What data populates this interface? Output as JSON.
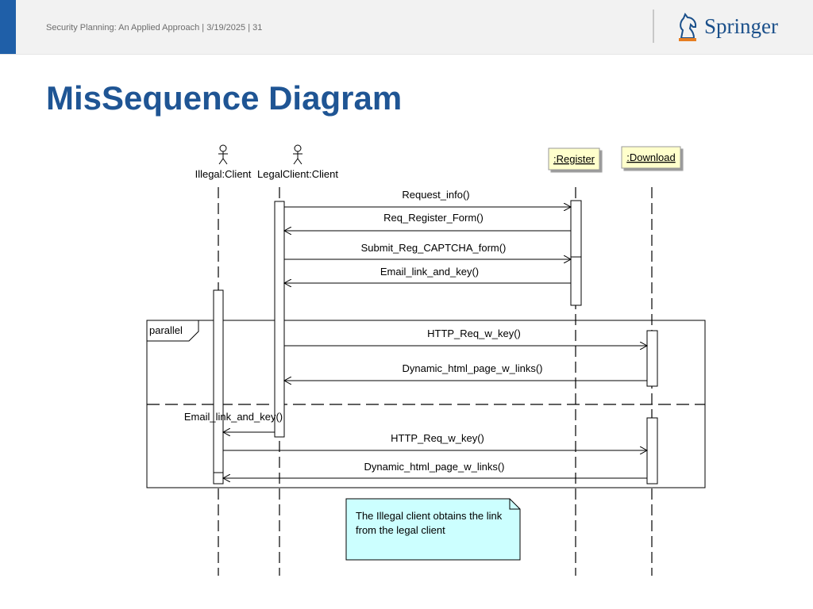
{
  "header": {
    "breadcrumb": "Security Planning: An Applied Approach | 3/19/2025 | 31",
    "logo_text": "Springer"
  },
  "slide": {
    "title": "MisSequence Diagram"
  },
  "diagram": {
    "actors": [
      {
        "label": "Illegal:Client"
      },
      {
        "label": "LegalClient:Client"
      }
    ],
    "objects": [
      {
        "label": ":Register"
      },
      {
        "label": ":Download"
      }
    ],
    "fragment": {
      "label": "parallel"
    },
    "messages": [
      {
        "label": "Request_info()"
      },
      {
        "label": "Req_Register_Form()"
      },
      {
        "label": "Submit_Reg_CAPTCHA_form()"
      },
      {
        "label": "Email_link_and_key()"
      },
      {
        "label": "HTTP_Req_w_key()"
      },
      {
        "label": "Dynamic_html_page_w_links()"
      },
      {
        "label": "Email_link_and_key()"
      },
      {
        "label": "HTTP_Req_w_key()"
      },
      {
        "label": "Dynamic_html_page_w_links()"
      }
    ],
    "note": {
      "line1": "The Illegal client obtains the link",
      "line2": "from the legal client"
    }
  }
}
